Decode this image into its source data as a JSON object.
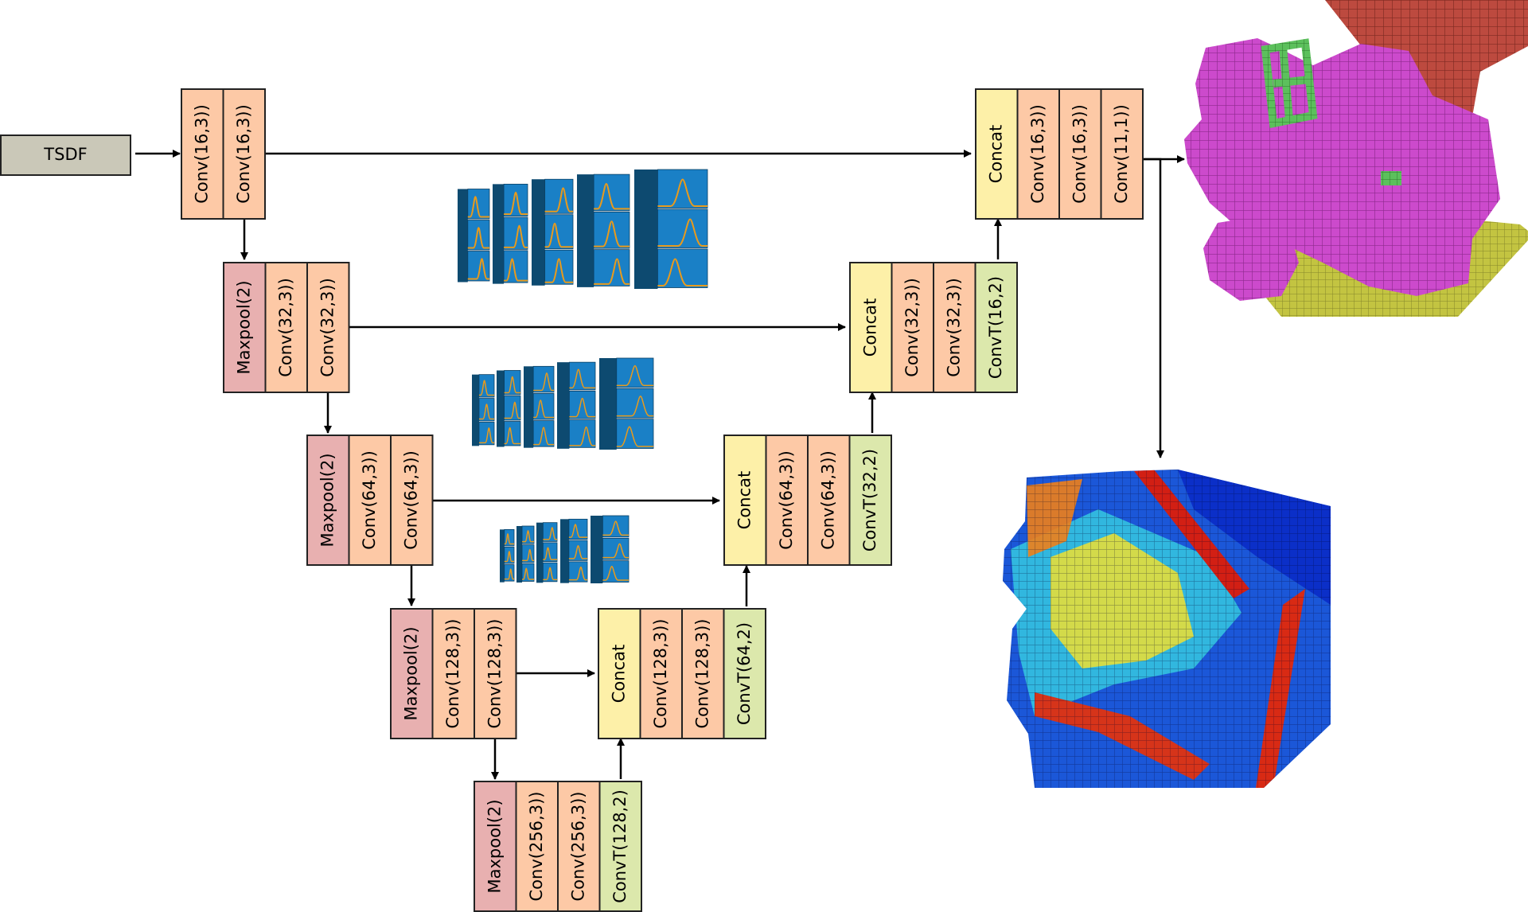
{
  "input": {
    "label": "TSDF"
  },
  "colors": {
    "conv": "#fdc9a6",
    "maxpool": "#e8b0b0",
    "concat": "#fdf0a8",
    "convT": "#dce8ac",
    "input": "#cac8b8",
    "stroke": "#222222",
    "cube_face": "#1a80c6",
    "cube_dark": "#0d4a70",
    "curve": "#e89a1c",
    "semantic_magenta": "#cc4acc",
    "semantic_red": "#bd4a3f",
    "semantic_green": "#5cc05c",
    "semantic_olive": "#c3c441",
    "uncertainty_blue": "#0b2fc8",
    "uncertainty_red": "#d21f14"
  },
  "encoder": [
    {
      "blocks": [
        {
          "type": "conv",
          "label": "Conv(16,3))"
        },
        {
          "type": "conv",
          "label": "Conv(16,3))"
        }
      ]
    },
    {
      "blocks": [
        {
          "type": "maxpool",
          "label": "Maxpool(2)"
        },
        {
          "type": "conv",
          "label": "Conv(32,3))"
        },
        {
          "type": "conv",
          "label": "Conv(32,3))"
        }
      ]
    },
    {
      "blocks": [
        {
          "type": "maxpool",
          "label": "Maxpool(2)"
        },
        {
          "type": "conv",
          "label": "Conv(64,3))"
        },
        {
          "type": "conv",
          "label": "Conv(64,3))"
        }
      ]
    },
    {
      "blocks": [
        {
          "type": "maxpool",
          "label": "Maxpool(2)"
        },
        {
          "type": "conv",
          "label": "Conv(128,3))"
        },
        {
          "type": "conv",
          "label": "Conv(128,3))"
        }
      ]
    },
    {
      "blocks": [
        {
          "type": "maxpool",
          "label": "Maxpool(2)"
        },
        {
          "type": "conv",
          "label": "Conv(256,3))"
        },
        {
          "type": "conv",
          "label": "Conv(256,3))"
        },
        {
          "type": "convT",
          "label": "ConvT(128,2)"
        }
      ]
    }
  ],
  "decoder": [
    {
      "blocks": [
        {
          "type": "concat",
          "label": "Concat"
        },
        {
          "type": "conv",
          "label": "Conv(16,3))"
        },
        {
          "type": "conv",
          "label": "Conv(16,3))"
        },
        {
          "type": "conv",
          "label": "Conv(11,1))"
        }
      ]
    },
    {
      "blocks": [
        {
          "type": "concat",
          "label": "Concat"
        },
        {
          "type": "conv",
          "label": "Conv(32,3))"
        },
        {
          "type": "conv",
          "label": "Conv(32,3))"
        },
        {
          "type": "convT",
          "label": "ConvT(16,2)"
        }
      ]
    },
    {
      "blocks": [
        {
          "type": "concat",
          "label": "Concat"
        },
        {
          "type": "conv",
          "label": "Conv(64,3))"
        },
        {
          "type": "conv",
          "label": "Conv(64,3))"
        },
        {
          "type": "convT",
          "label": "ConvT(32,2)"
        }
      ]
    },
    {
      "blocks": [
        {
          "type": "concat",
          "label": "Concat"
        },
        {
          "type": "conv",
          "label": "Conv(128,3))"
        },
        {
          "type": "conv",
          "label": "Conv(128,3))"
        },
        {
          "type": "convT",
          "label": "ConvT(64,2)"
        }
      ]
    }
  ],
  "illustrations": {
    "feature_volumes": "distribution-cube-icon",
    "semantic_output": "voxel-semantic-map-icon",
    "uncertainty_output": "voxel-uncertainty-heatmap-icon"
  }
}
